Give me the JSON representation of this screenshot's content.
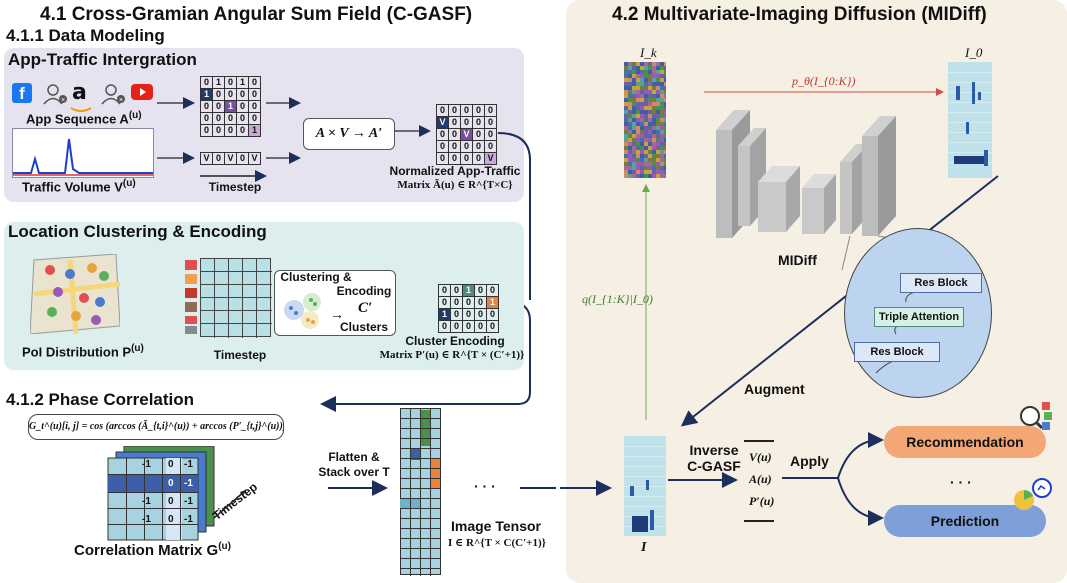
{
  "left": {
    "title": "4.1 Cross-Gramian Angular Sum Field (C-GASF)",
    "data_modeling": "4.1.1 Data Modeling",
    "app_traffic": {
      "title": "App-Traffic Intergration",
      "app_sequence": "App Sequence A",
      "app_sequence_sup": "(u)",
      "traffic_volume": "Traffic Volume V",
      "traffic_volume_sup": "(u)",
      "timestep": "Timestep",
      "op": "A × V → A′",
      "norm_title": "Normalized App-Traffic",
      "norm_matrix": "Matrix Ã(u) ∈ R^{T×C}",
      "v_row": "V 0 V 0 V"
    },
    "location": {
      "title": "Location Clustering & Encoding",
      "poi": "PoI Distribution P",
      "poi_sup": "(u)",
      "timestep": "Timestep",
      "clustering": "Clustering &",
      "encoding": "Encoding",
      "c_prime": "C′",
      "clusters": "Clusters",
      "cluster_title": "Cluster Encoding",
      "cluster_matrix": "Matrix P′(u) ∈ R^{T × (C′+1)}"
    },
    "phase": {
      "title": "4.1.2 Phase Correlation",
      "formula": "G_t^(u)[i, j] = cos (arccos (Ã_{t,i}^(u)) + arccos (P′_{t,j}^(u)))",
      "corr_label": "Correlation Matrix G",
      "corr_sup": "(u)",
      "timestep": "Timestep",
      "flatten": "Flatten &",
      "stack": "Stack over T",
      "dots": "· · ·",
      "tensor_title": "Image Tensor",
      "tensor_formula": "I ∈ R^{T × C(C′+1)}",
      "cell_neg": "-1",
      "cell_zero": "0"
    }
  },
  "right": {
    "title": "4.2 Multivariate-Imaging Diffusion (MIDiff)",
    "ik": "I_k",
    "i0": "I_0",
    "p_theta": "p_θ(I_{0:K})",
    "q_label": "q(I_{1:K}|I_0)",
    "midiff": "MIDiff",
    "res_block_top": "Res Block",
    "triple_attention": "Triple Attention",
    "res_block_bottom": "Res Block",
    "augment": "Augment",
    "i_label": "I",
    "inverse": "Inverse",
    "cgasf": "C-GASF",
    "v_u": "V(u)",
    "a_u": "A(u)",
    "p_u": "P′(u)",
    "apply": "Apply",
    "recommendation": "Recommendation",
    "dots": "· · ·",
    "prediction": "Prediction"
  },
  "colors": {
    "right_bg": "#f6efe4",
    "traffic_bg": "#e6e2f0",
    "loc_bg": "#dceeee",
    "arrow_navy": "#1c2f5a",
    "recommendation": "#f2a774",
    "prediction": "#7f9fd8",
    "green_arrow": "#6aa84f",
    "red_arrow": "#d24a4a"
  }
}
